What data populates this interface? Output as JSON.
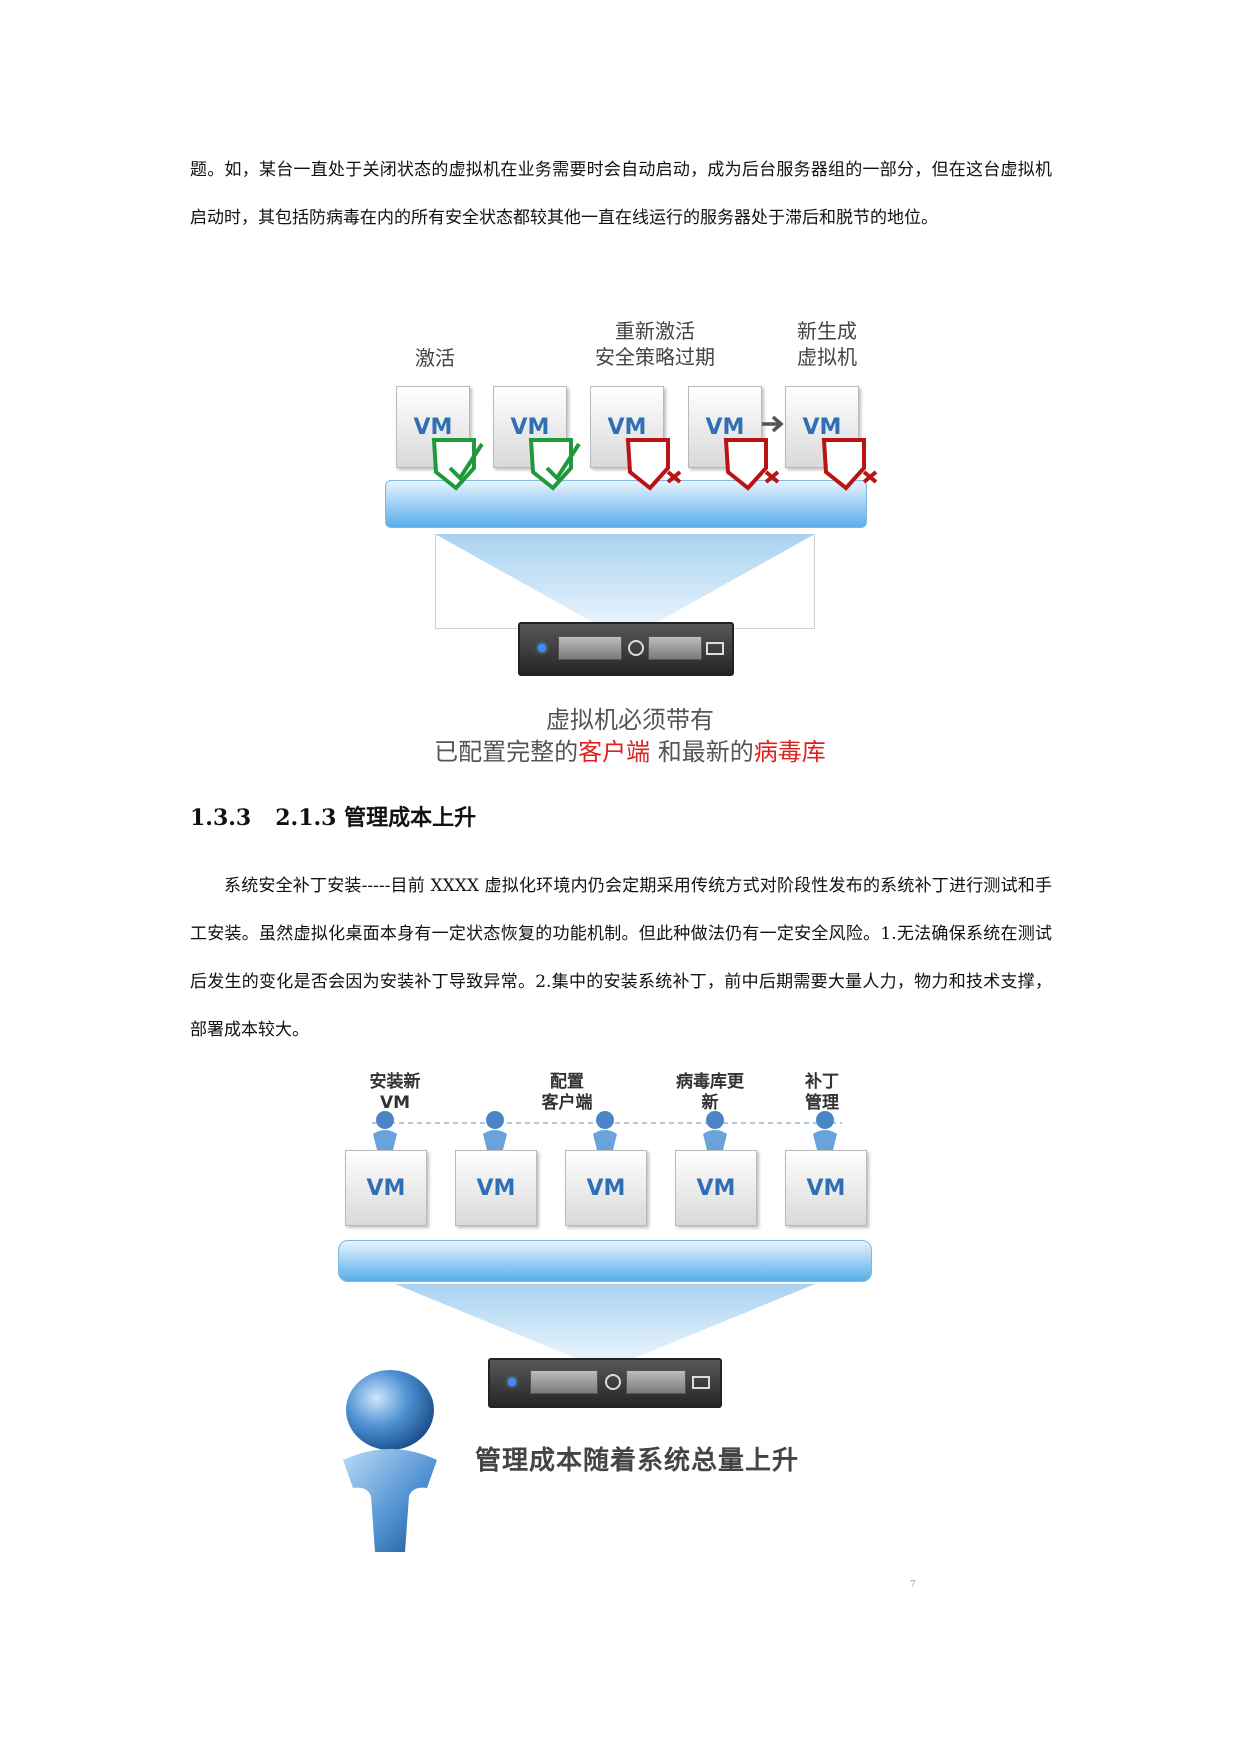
{
  "intro_text": "题。如，某台一直处于关闭状态的虚拟机在业务需要时会自动启动，成为后台服务器组的一部分，但在这台虚拟机启动时，其包括防病毒在内的所有安全状态都较其他一直在线运行的服务器处于滞后和脱节的地位。",
  "figure1": {
    "label_activate": "激活",
    "label_reactivate": "重新激活\n安全策略过期",
    "label_new": "新生成\n虚拟机",
    "vm_label": "VM",
    "caption_line1": "虚拟机必须带有",
    "caption_line2_a": "已配置完整的",
    "caption_line2_b": "客户端",
    "caption_line2_c": " 和最新的",
    "caption_line2_d": "病毒库",
    "colors": {
      "ok": "#1f9a3a",
      "bad": "#b81414",
      "accent_red": "#e01f1f"
    }
  },
  "heading": {
    "number": "1.3.3",
    "title": "2.1.3 管理成本上升"
  },
  "body_text": "系统安全补丁安装-----目前 XXXX 虚拟化环境内仍会定期采用传统方式对阶段性发布的系统补丁进行测试和手工安装。虽然虚拟化桌面本身有一定状态恢复的功能机制。但此种做法仍有一定安全风险。1.无法确保系统在测试后发生的变化是否会因为安装补丁导致异常。2.集中的安装系统补丁，前中后期需要大量人力，物力和技术支撑，部署成本较大。",
  "figure2": {
    "label_install": "安装新\nVM",
    "label_config": "配置\n客户端",
    "label_virus": "病毒库更\n新",
    "label_patch": "补丁\n管理",
    "vm_label": "VM",
    "caption": "管理成本随着系统总量上升"
  },
  "page_number": "7"
}
